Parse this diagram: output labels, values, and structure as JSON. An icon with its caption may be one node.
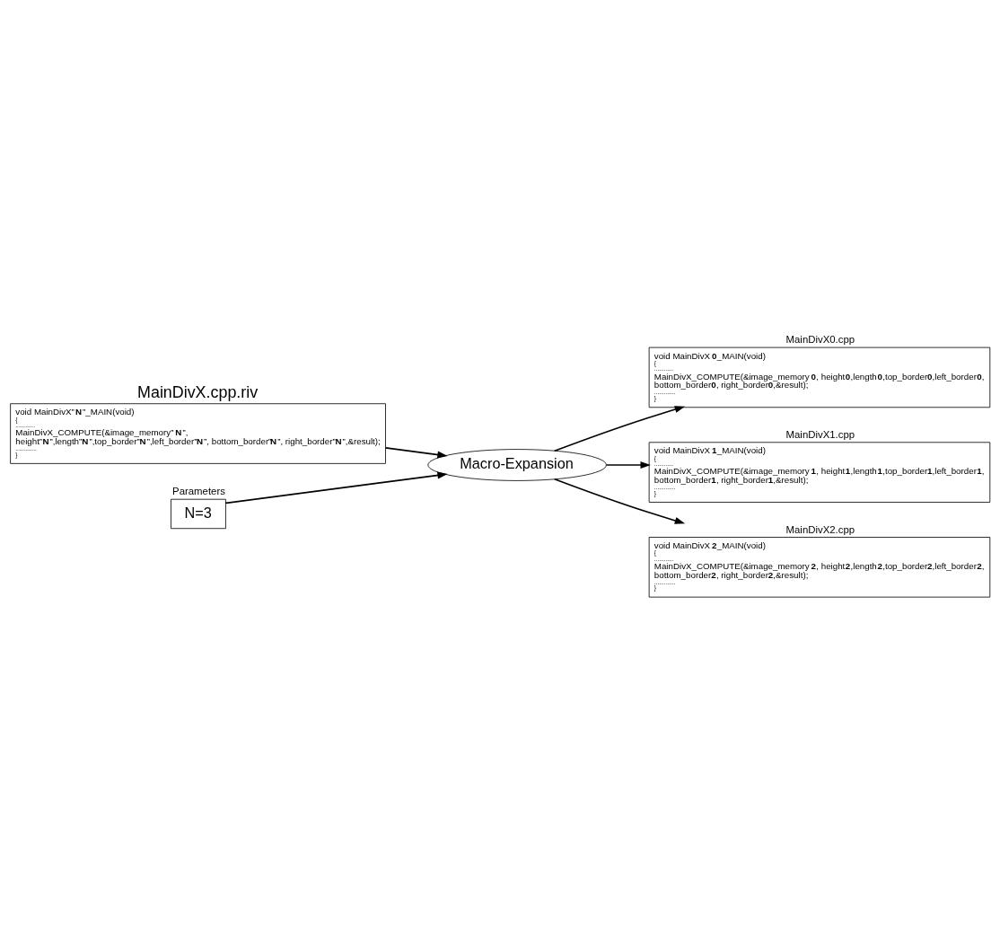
{
  "diagram": {
    "nodes": [
      {
        "text": [
          "MainDivX.cpp.riv",
          "void MainDivX”**N**”_MAIN(void)",
          "{",
          "............",
          "MainDivX_COMPUTE(&image_memory”**N**”, height”**N**”,length”**N**”,top_border”**N**”,left_border”**N**”, bottom_border”**N**”, right_border”**N**”,&result);",
          ".............",
          "}"
        ]
      },
      {
        "text": [
          "Macro-Expansion"
        ]
      },
      {
        "text": [
          "Parameters",
          "N=3"
        ]
      },
      {
        "text": [
          "MainDivX0.cpp",
          "void MainDivX**0**_MAIN(void)",
          "{",
          "............",
          "MainDivX_COMPUTE(&image_memory**0**, height**0**,length**0**,top_border**0**,left_border**0**, bottom_border**0**, right_border**0**,&result);",
          ".............",
          "}"
        ]
      },
      {
        "text": [
          "MainDivX1.cpp",
          "void MainDivX**1**_MAIN(void)",
          "{",
          "............",
          "MainDivX_COMPUTE(&image_memory**1**, height**1**,length**1**,top_border**1**,left_border**1**, bottom_border**1**, right_border**1**,&result);",
          ".............",
          "}"
        ]
      },
      {
        "text": [
          "MainDivX2.cpp",
          "void MainDivX**2**_MAIN(void)",
          "{",
          "............",
          "MainDivX_COMPUTE(&image_memory**2**, height**2**,length**2**,top_border**2**,left_border**2**, bottom_border**2**, right_border**2**,&result);",
          ".............",
          "}"
        ]
      }
    ],
    "edges": [
      {
        "from": 0,
        "to": 1,
        "arrow": "to"
      },
      {
        "from": 2,
        "to": 1,
        "arrow": "to"
      },
      {
        "from": 1,
        "to": 3,
        "arrow": "to"
      },
      {
        "from": 1,
        "to": 4,
        "arrow": "to"
      },
      {
        "from": 1,
        "to": 5,
        "arrow": "to"
      }
    ]
  }
}
